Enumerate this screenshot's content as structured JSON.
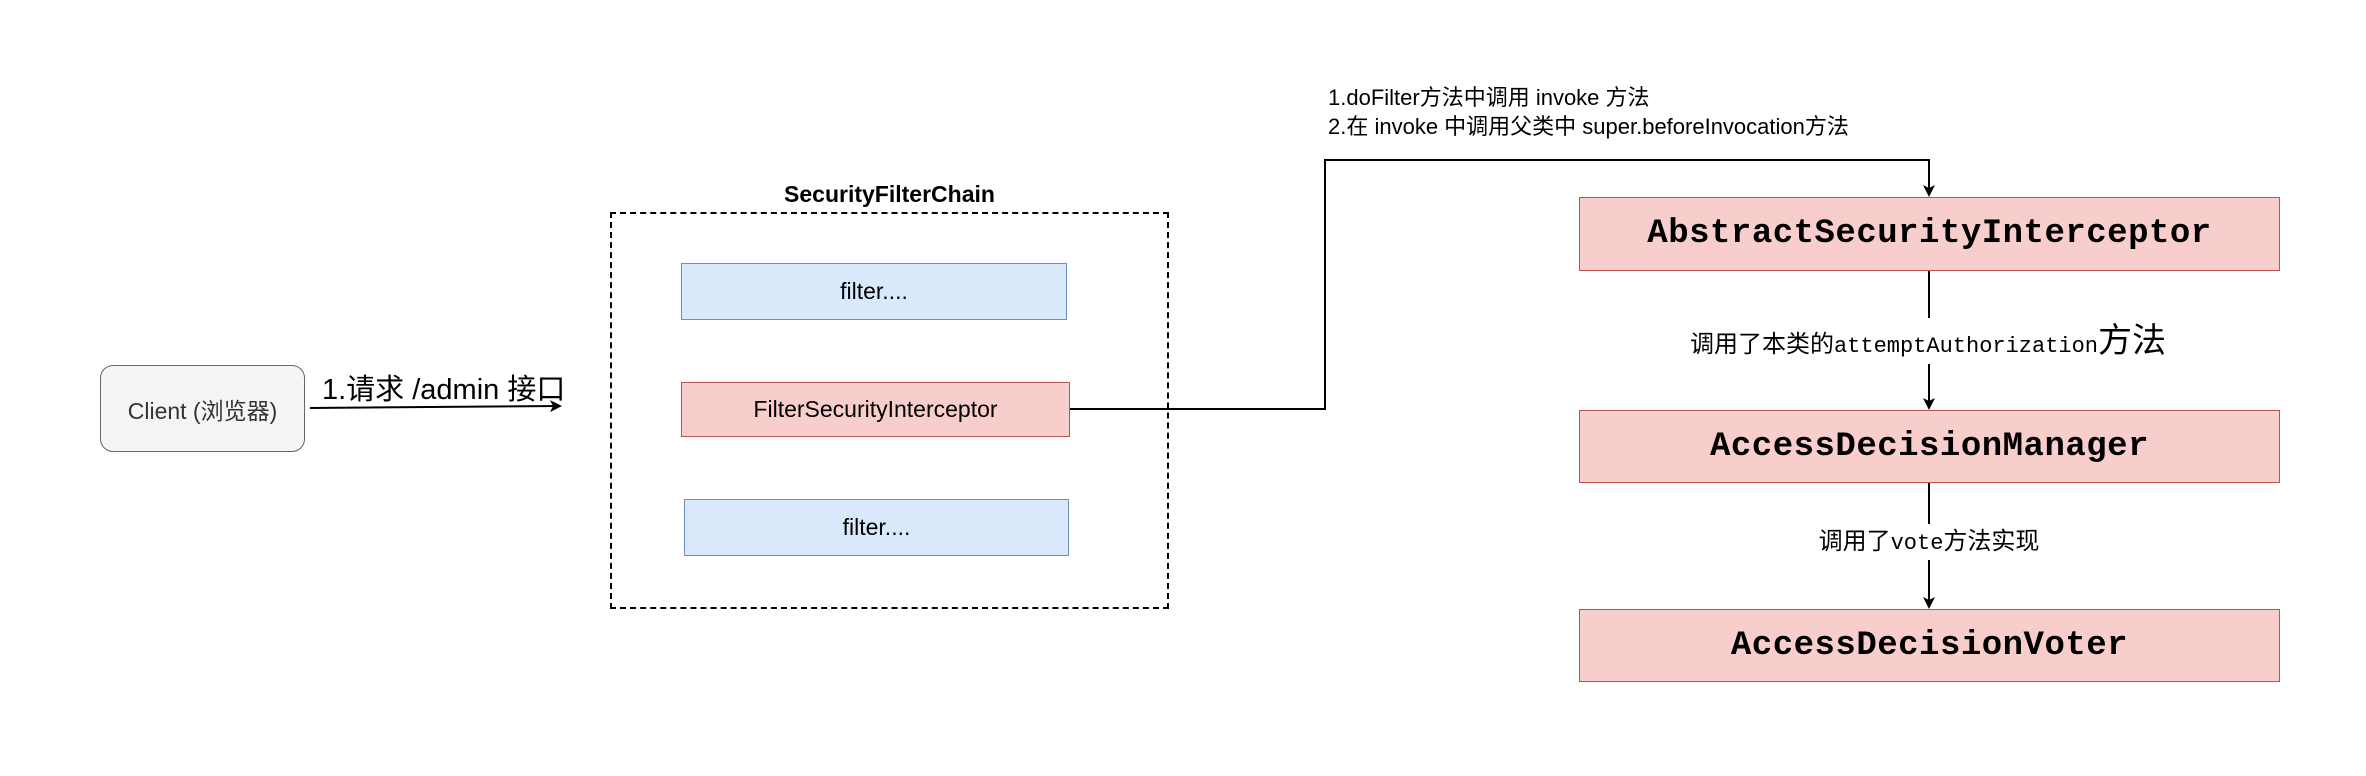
{
  "diagram": {
    "client": {
      "label": "Client (浏览器)"
    },
    "request_edge": {
      "label": "1.请求 /admin 接口"
    },
    "filter_chain": {
      "title": "SecurityFilterChain",
      "filters": [
        {
          "label": "filter...."
        },
        {
          "label": "FilterSecurityInterceptor"
        },
        {
          "label": "filter...."
        }
      ]
    },
    "invoke_note": {
      "line1": "1.doFilter方法中调用 invoke 方法",
      "line2": "2.在 invoke 中调用父类中 super.beforeInvocation方法"
    },
    "nodes": {
      "abstract_security_interceptor": "AbstractSecurityInterceptor",
      "access_decision_manager": "AccessDecisionManager",
      "access_decision_voter": "AccessDecisionVoter"
    },
    "edge_attempt": {
      "prefix": "调用了本类的",
      "method": "attemptAuthorization",
      "suffix": "方法"
    },
    "edge_vote": {
      "prefix": "调用了",
      "method": "vote",
      "suffix": "方法实现"
    },
    "colors": {
      "blue_fill": "#dae8fc",
      "blue_stroke": "#6c8ebf",
      "red_fill": "#f8cecc",
      "red_stroke": "#b85450",
      "client_fill": "#f5f5f5"
    }
  }
}
